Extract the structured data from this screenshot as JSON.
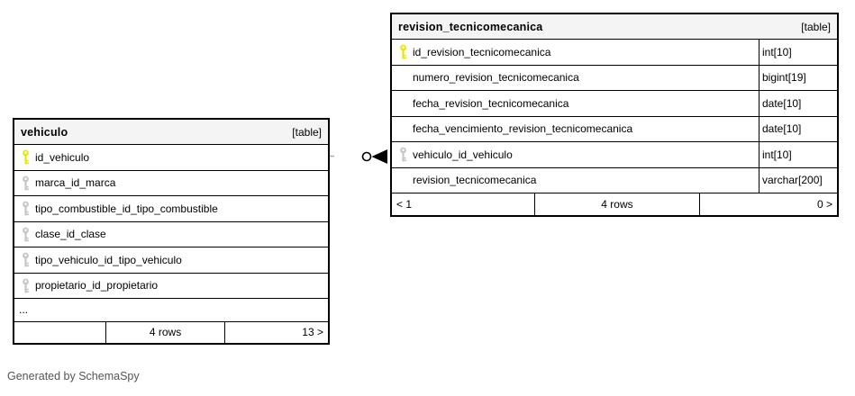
{
  "diagram": {
    "generated_note": "Generated by SchemaSpy"
  },
  "colors": {
    "primary_key_icon": "#e8e800",
    "foreign_key_icon": "#c6c6c6",
    "header_bg": "#f4f4f4",
    "note_text": "#555555",
    "border": "#000000"
  },
  "tables": {
    "vehiculo": {
      "title": "vehiculo",
      "type_badge": "[table]",
      "columns": [
        {
          "name": "id_vehiculo",
          "key": "primary"
        },
        {
          "name": "marca_id_marca",
          "key": "foreign"
        },
        {
          "name": "tipo_combustible_id_tipo_combustible",
          "key": "foreign"
        },
        {
          "name": "clase_id_clase",
          "key": "foreign"
        },
        {
          "name": "tipo_vehiculo_id_tipo_vehiculo",
          "key": "foreign"
        },
        {
          "name": "propietario_id_propietario",
          "key": "foreign"
        }
      ],
      "truncation_indicator": "...",
      "footer": {
        "left": "",
        "center": "4 rows",
        "right": "13 >"
      }
    },
    "revision_tecnicomecanica": {
      "title": "revision_tecnicomecanica",
      "type_badge": "[table]",
      "columns": [
        {
          "name": "id_revision_tecnicomecanica",
          "type": "int[10]",
          "key": "primary"
        },
        {
          "name": "numero_revision_tecnicomecanica",
          "type": "bigint[19]",
          "key": "none"
        },
        {
          "name": "fecha_revision_tecnicomecanica",
          "type": "date[10]",
          "key": "none"
        },
        {
          "name": "fecha_vencimiento_revision_tecnicomecanica",
          "type": "date[10]",
          "key": "none"
        },
        {
          "name": "vehiculo_id_vehiculo",
          "type": "int[10]",
          "key": "foreign"
        },
        {
          "name": "revision_tecnicomecanica",
          "type": "varchar[200]",
          "key": "none"
        }
      ],
      "footer": {
        "left": "< 1",
        "center": "4 rows",
        "right": "0 >"
      }
    }
  }
}
